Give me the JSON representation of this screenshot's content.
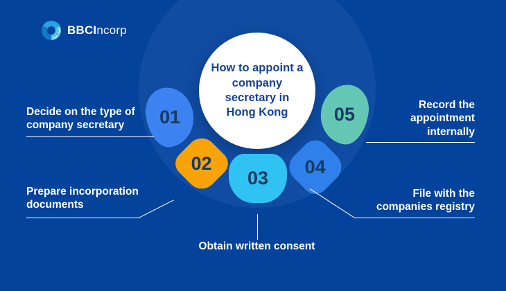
{
  "brand": {
    "logo_bold": "BBCI",
    "logo_light": "ncorp"
  },
  "center": {
    "title": "How to appoint a\ncompany\nsecretary in\nHong Kong"
  },
  "steps": [
    {
      "number": "01",
      "label": "Decide on the type of\ncompany secretary",
      "color": "#3d82f1"
    },
    {
      "number": "02",
      "label": "Prepare incorporation\ndocuments",
      "color": "#f8a408"
    },
    {
      "number": "03",
      "label": "Obtain written consent",
      "color": "#30c2f2"
    },
    {
      "number": "04",
      "label": "File with the\ncompanies registry",
      "color": "#2f80ea"
    },
    {
      "number": "05",
      "label": "Record the\nappointment\ninternally",
      "color": "#64c7b3"
    }
  ],
  "colors": {
    "background": "#04439c",
    "circle": "#ffffff",
    "title_text": "#16419c",
    "number_text": "#173a63",
    "label_text": "#ffffff"
  }
}
